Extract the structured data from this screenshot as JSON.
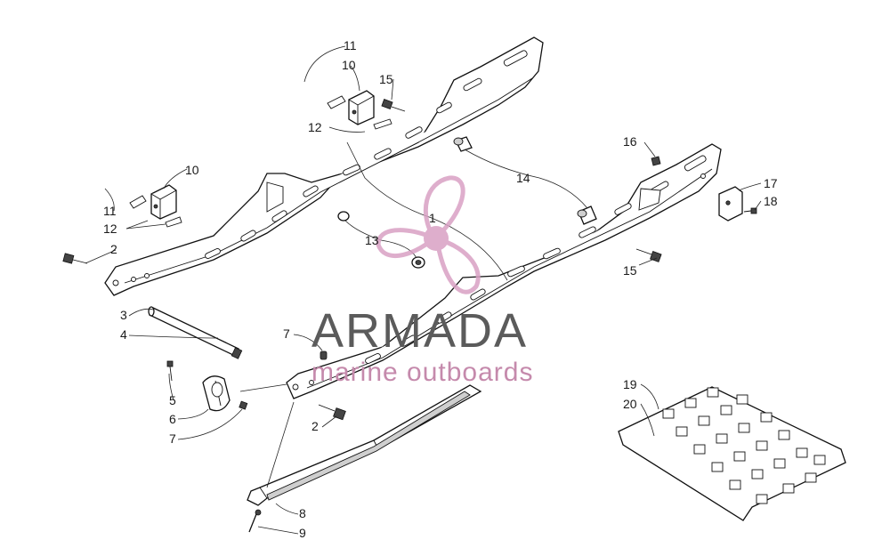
{
  "watermark": {
    "brand": "ARMADA",
    "tagline": "marine outboards",
    "logo_color": "#d9a0c4",
    "text_color": "#5b5b5b"
  },
  "callouts": {
    "c1": "1",
    "c2a": "2",
    "c2b": "2",
    "c3": "3",
    "c4": "4",
    "c5": "5",
    "c6": "6",
    "c7a": "7",
    "c7b": "7",
    "c8": "8",
    "c9": "9",
    "c10a": "10",
    "c10b": "10",
    "c11a": "11",
    "c11b": "11",
    "c12a": "12",
    "c12b": "12",
    "c13": "13",
    "c14": "14",
    "c15a": "15",
    "c15b": "15",
    "c16": "16",
    "c17": "17",
    "c18": "18",
    "c19": "19",
    "c20": "20"
  }
}
